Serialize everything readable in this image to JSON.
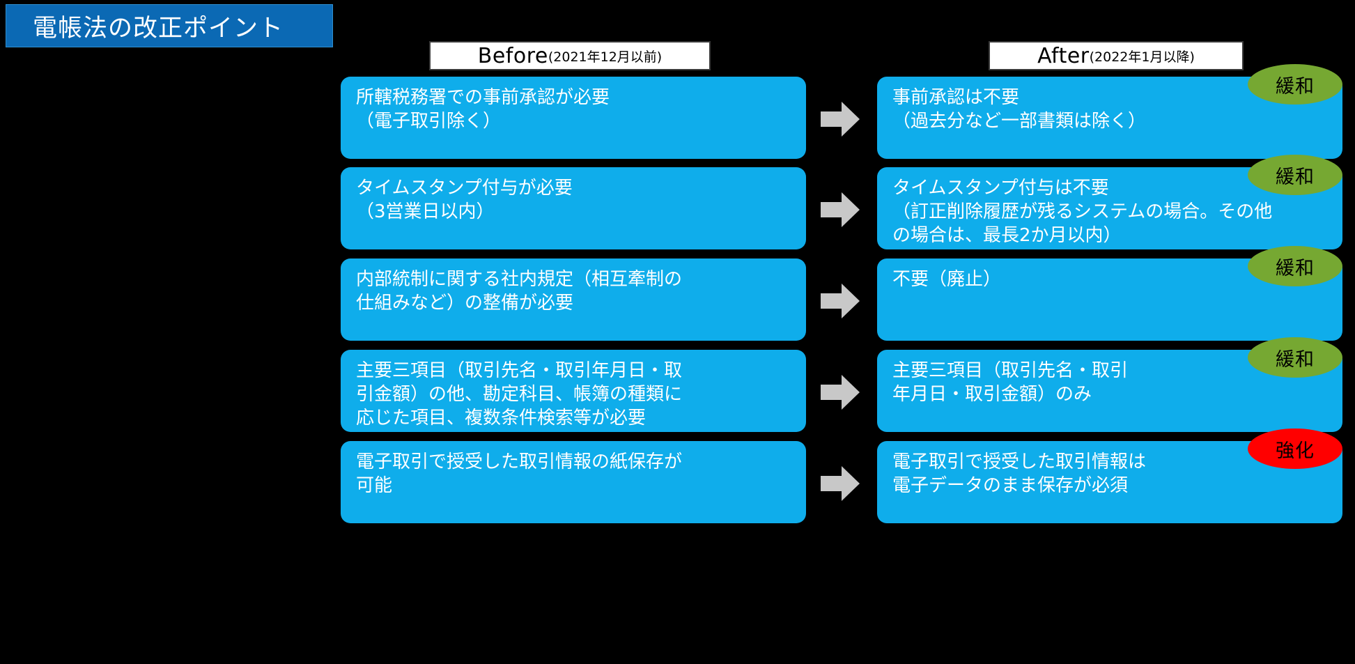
{
  "title": {
    "text": "電帳法の改正ポイント",
    "background_color": "#0B69B4",
    "text_color": "#FFFFFF"
  },
  "columns": {
    "before": {
      "label_main": "Before",
      "label_sub": "(2021年12月以前)"
    },
    "after": {
      "label_main": "After",
      "label_sub": "(2022年1月以降)"
    }
  },
  "colors": {
    "page_background": "#000000",
    "box_fill": "#0FADEB",
    "arrow_fill": "#C8C8C8",
    "badge_relax": "#76A832",
    "badge_strengthen": "#FF0000"
  },
  "badges": {
    "relax_label": "緩和",
    "strengthen_label": "強化"
  },
  "rows": [
    {
      "before_lines": [
        "所轄税務署での事前承認が必要",
        "（電子取引除く）"
      ],
      "after_lines": [
        "事前承認は不要",
        "（過去分など一部書類は除く）"
      ],
      "badge_label": "緩和",
      "badge_type": "relax"
    },
    {
      "before_lines": [
        "タイムスタンプ付与が必要",
        "（3営業日以内）"
      ],
      "after_lines": [
        "タイムスタンプ付与は不要",
        "（訂正削除履歴が残るシステムの場合。その他",
        "の場合は、最長2か月以内）"
      ],
      "badge_label": "緩和",
      "badge_type": "relax"
    },
    {
      "before_lines": [
        "内部統制に関する社内規定（相互牽制の",
        "仕組みなど）の整備が必要"
      ],
      "after_lines": [
        "不要（廃止）"
      ],
      "badge_label": "緩和",
      "badge_type": "relax"
    },
    {
      "before_lines": [
        "主要三項目（取引先名・取引年月日・取",
        "引金額）の他、勘定科目、帳簿の種類に",
        "応じた項目、複数条件検索等が必要"
      ],
      "after_lines": [
        "主要三項目（取引先名・取引",
        "年月日・取引金額）のみ"
      ],
      "badge_label": "緩和",
      "badge_type": "relax"
    },
    {
      "before_lines": [
        "電子取引で授受した取引情報の紙保存が",
        "可能"
      ],
      "after_lines": [
        "電子取引で授受した取引情報は",
        "電子データのまま保存が必須"
      ],
      "badge_label": "強化",
      "badge_type": "strengthen"
    }
  ]
}
